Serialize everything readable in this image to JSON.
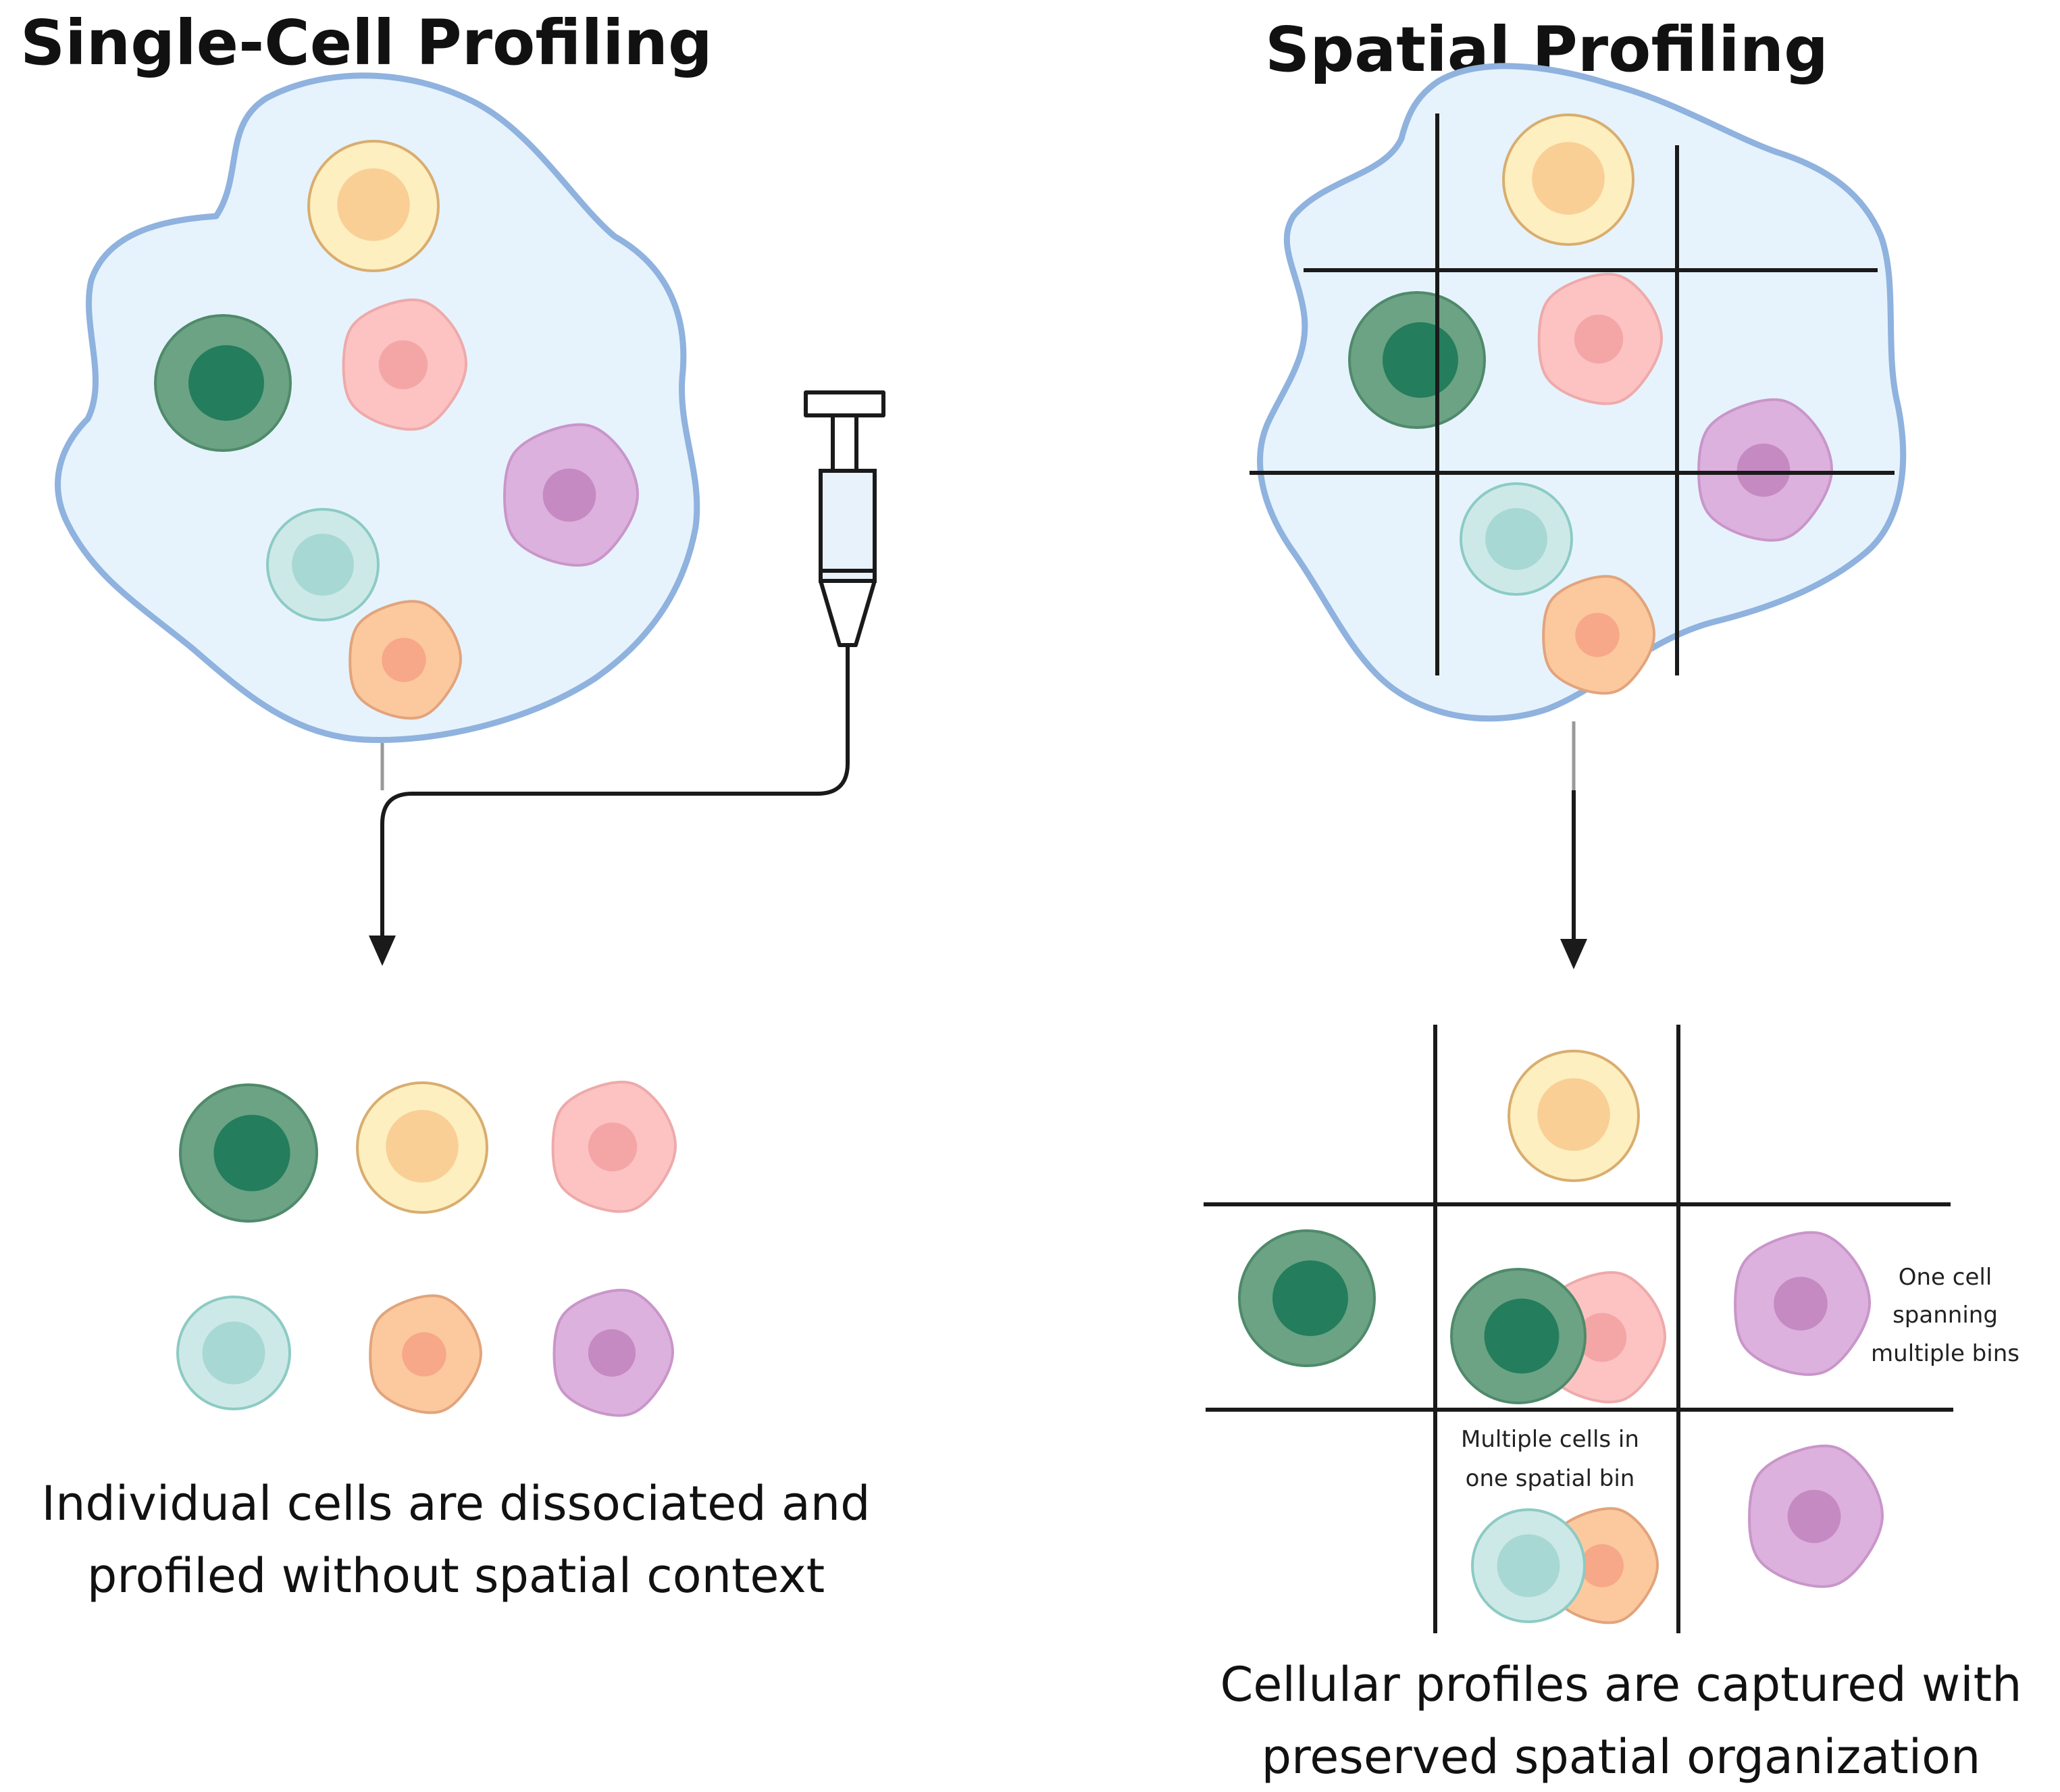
{
  "left_panel": {
    "title": "Single-Cell Profiling",
    "caption_line1": "Individual cells are dissociated and",
    "caption_line2": "profiled without spatial context"
  },
  "right_panel": {
    "title": "Spatial Profiling",
    "caption_line1": "Cellular profiles are captured with",
    "caption_line2": "preserved spatial organization",
    "annotation_spanning_line1": "One cell",
    "annotation_spanning_line2": "spanning",
    "annotation_spanning_line3": "multiple bins",
    "annotation_multiple_line1": "Multiple cells in",
    "annotation_multiple_line2": "one spatial bin"
  },
  "cell_types": {
    "green": {
      "outer": "#6ba384",
      "inner": "#247d5c",
      "stroke": "#4f8a6a"
    },
    "yellow": {
      "outer": "#fdefbf",
      "inner": "#f9cf96",
      "stroke": "#d9ad6f"
    },
    "pink": {
      "outer": "#fdc3c3",
      "inner": "#f4a6a6",
      "stroke": "#eeaaaa"
    },
    "purple": {
      "outer": "#ddb1de",
      "inner": "#c58ac2",
      "stroke": "#c996c9"
    },
    "teal": {
      "outer": "#cde9e7",
      "inner": "#a7d8d4",
      "stroke": "#8ccbc4"
    },
    "orange": {
      "outer": "#fcc99f",
      "inner": "#f7a888",
      "stroke": "#e2a47c"
    }
  },
  "icons": {
    "syringe": "syringe-icon",
    "arrow": "arrow-down-icon"
  }
}
